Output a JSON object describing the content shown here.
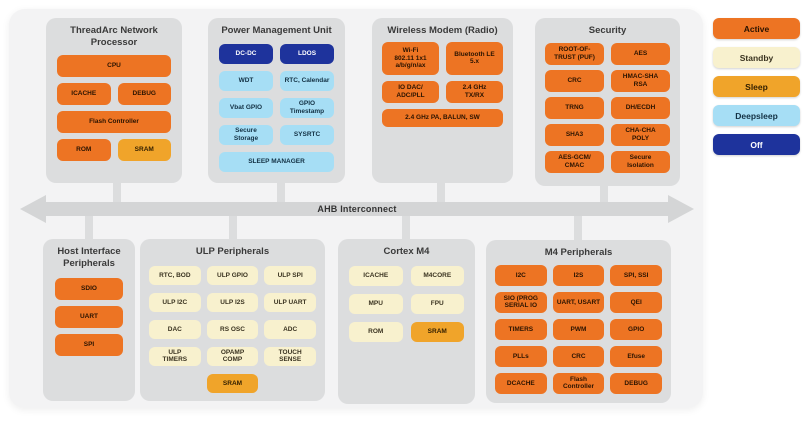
{
  "interconnect_label": "AHB Interconnect",
  "states": {
    "active": "#ed7423",
    "standby": "#f8f1ce",
    "sleep": "#f0a42a",
    "deepsleep": "#a6def5",
    "off": "#1e339c"
  },
  "legend": [
    {
      "label": "Active",
      "state": "active"
    },
    {
      "label": "Standby",
      "state": "standby"
    },
    {
      "label": "Sleep",
      "state": "sleep"
    },
    {
      "label": "Deepsleep",
      "state": "deepsleep"
    },
    {
      "label": "Off",
      "state": "off"
    }
  ],
  "blocks": {
    "threadarc": {
      "title": "ThreadArc Network\nProcessor",
      "cells": [
        {
          "label": "CPU",
          "state": "active",
          "span": 2
        },
        {
          "label": "ICACHE",
          "state": "active"
        },
        {
          "label": "DEBUG",
          "state": "active"
        },
        {
          "label": "Flash Controller",
          "state": "active",
          "span": 2
        },
        {
          "label": "ROM",
          "state": "active"
        },
        {
          "label": "SRAM",
          "state": "sleep"
        }
      ]
    },
    "pmu": {
      "title": "Power Management Unit",
      "cells": [
        {
          "label": "DC-DC",
          "state": "off"
        },
        {
          "label": "LDOS",
          "state": "off"
        },
        {
          "label": "WDT",
          "state": "deepsleep"
        },
        {
          "label": "RTC, Calendar",
          "state": "deepsleep"
        },
        {
          "label": "Vbat GPIO",
          "state": "deepsleep"
        },
        {
          "label": "GPIO\nTimestamp",
          "state": "deepsleep"
        },
        {
          "label": "Secure\nStorage",
          "state": "deepsleep"
        },
        {
          "label": "SYSRTC",
          "state": "deepsleep"
        },
        {
          "label": "SLEEP MANAGER",
          "state": "deepsleep",
          "span": 2
        }
      ]
    },
    "wireless": {
      "title": "Wireless Modem (Radio)",
      "cells": [
        {
          "label": "Wi-Fi\n802.11 1x1\na/b/g/n/ax",
          "state": "active"
        },
        {
          "label": "Bluetooth LE\n5.x",
          "state": "active"
        },
        {
          "label": "IO DAC/\nADC/PLL",
          "state": "active"
        },
        {
          "label": "2.4 GHz\nTX/RX",
          "state": "active"
        },
        {
          "label": "2.4 GHz PA, BALUN, SW",
          "state": "active",
          "span": 2
        }
      ]
    },
    "security": {
      "title": "Security",
      "cells": [
        {
          "label": "ROOT-OF-\nTRUST (PUF)",
          "state": "active"
        },
        {
          "label": "AES",
          "state": "active"
        },
        {
          "label": "CRC",
          "state": "active"
        },
        {
          "label": "HMAC-SHA\nRSA",
          "state": "active"
        },
        {
          "label": "TRNG",
          "state": "active"
        },
        {
          "label": "DH/ECDH",
          "state": "active"
        },
        {
          "label": "SHA3",
          "state": "active"
        },
        {
          "label": "CHA-CHA\nPOLY",
          "state": "active"
        },
        {
          "label": "AES-GCM/\nCMAC",
          "state": "active"
        },
        {
          "label": "Secure\nIsolation",
          "state": "active"
        }
      ]
    },
    "host": {
      "title": "Host Interface\nPeripherals",
      "cells": [
        {
          "label": "SDIO",
          "state": "active"
        },
        {
          "label": "UART",
          "state": "active"
        },
        {
          "label": "SPI",
          "state": "active"
        }
      ]
    },
    "ulp": {
      "title": "ULP Peripherals",
      "cells": [
        {
          "label": "RTC, BOD",
          "state": "standby"
        },
        {
          "label": "ULP GPIO",
          "state": "standby"
        },
        {
          "label": "ULP SPI",
          "state": "standby"
        },
        {
          "label": "ULP I2C",
          "state": "standby"
        },
        {
          "label": "ULP I2S",
          "state": "standby"
        },
        {
          "label": "ULP UART",
          "state": "standby"
        },
        {
          "label": "DAC",
          "state": "standby"
        },
        {
          "label": "RS OSC",
          "state": "standby"
        },
        {
          "label": "ADC",
          "state": "standby"
        },
        {
          "label": "ULP\nTIMERS",
          "state": "standby"
        },
        {
          "label": "OPAMP\nCOMP",
          "state": "standby"
        },
        {
          "label": "TOUCH\nSENSE",
          "state": "standby"
        },
        {
          "label": "SRAM",
          "state": "sleep",
          "col": 2
        }
      ]
    },
    "cortex": {
      "title": "Cortex M4",
      "cells": [
        {
          "label": "ICACHE",
          "state": "standby"
        },
        {
          "label": "M4CORE",
          "state": "standby"
        },
        {
          "label": "MPU",
          "state": "standby"
        },
        {
          "label": "FPU",
          "state": "standby"
        },
        {
          "label": "ROM",
          "state": "standby"
        },
        {
          "label": "SRAM",
          "state": "sleep"
        }
      ]
    },
    "m4p": {
      "title": "M4 Peripherals",
      "cells": [
        {
          "label": "I2C",
          "state": "active"
        },
        {
          "label": "I2S",
          "state": "active"
        },
        {
          "label": "SPI, SSI",
          "state": "active"
        },
        {
          "label": "SIO (PROG\nSERIAL IO",
          "state": "active"
        },
        {
          "label": "UART, USART",
          "state": "active"
        },
        {
          "label": "QEI",
          "state": "active"
        },
        {
          "label": "TIMERS",
          "state": "active"
        },
        {
          "label": "PWM",
          "state": "active"
        },
        {
          "label": "GPIO",
          "state": "active"
        },
        {
          "label": "PLLs",
          "state": "active"
        },
        {
          "label": "CRC",
          "state": "active"
        },
        {
          "label": "Efuse",
          "state": "active"
        },
        {
          "label": "DCACHE",
          "state": "active"
        },
        {
          "label": "Flash\nController",
          "state": "active"
        },
        {
          "label": "DEBUG",
          "state": "active"
        }
      ]
    }
  }
}
